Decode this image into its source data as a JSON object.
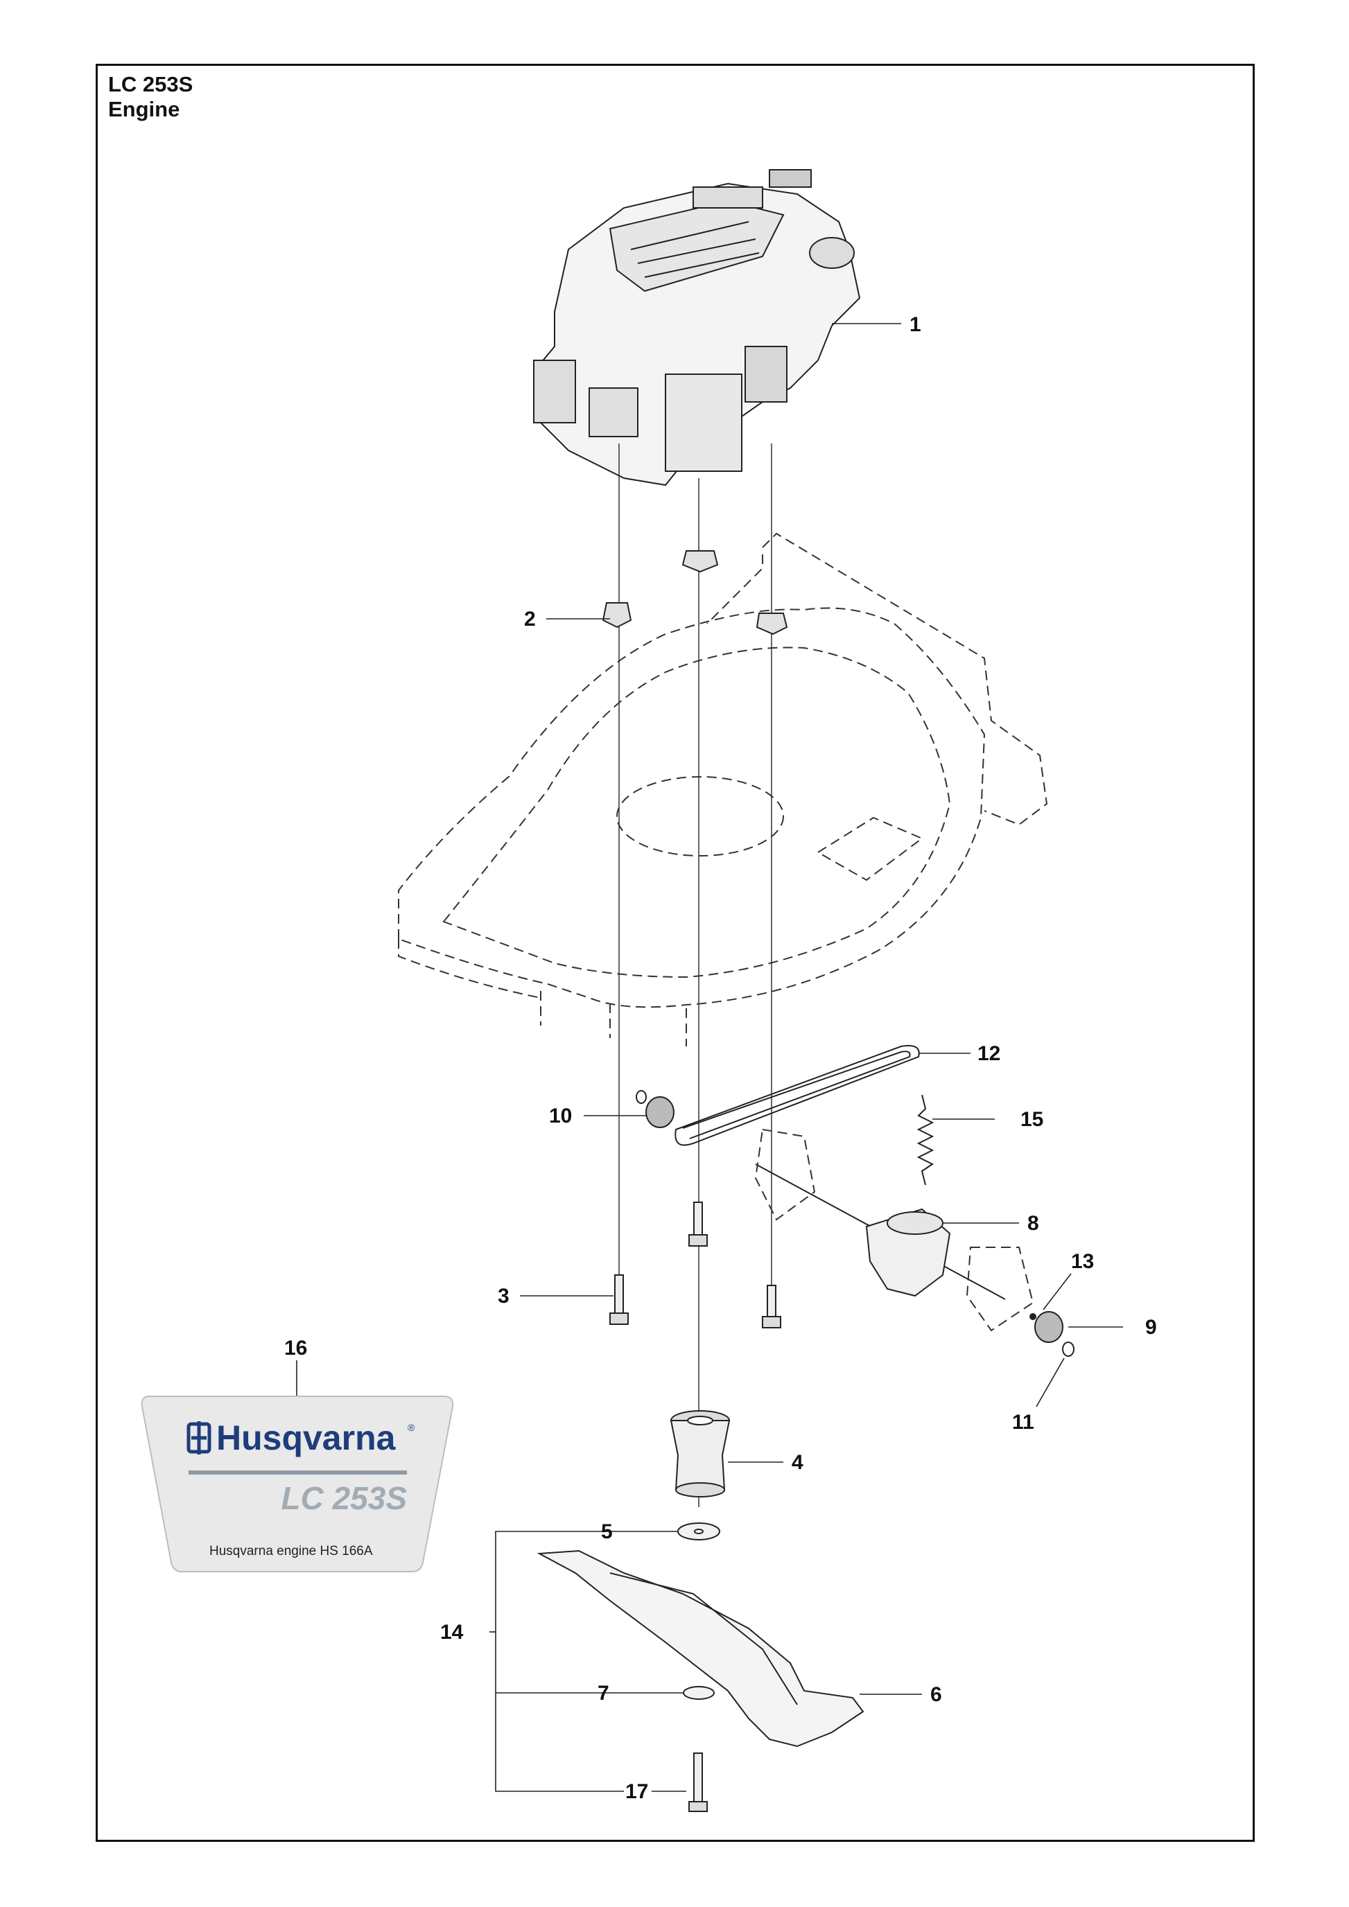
{
  "header": {
    "model": "LC 253S",
    "section": "Engine"
  },
  "callouts": [
    "1",
    "2",
    "3",
    "4",
    "5",
    "6",
    "7",
    "8",
    "9",
    "10",
    "11",
    "12",
    "13",
    "14",
    "15",
    "16",
    "17"
  ],
  "badge": {
    "brand": "Husqvarna",
    "registered_mark": "®",
    "model": "LC 253S",
    "engine_note": "Husqvarna engine HS 166A",
    "brand_color": "#1f3d7a"
  }
}
